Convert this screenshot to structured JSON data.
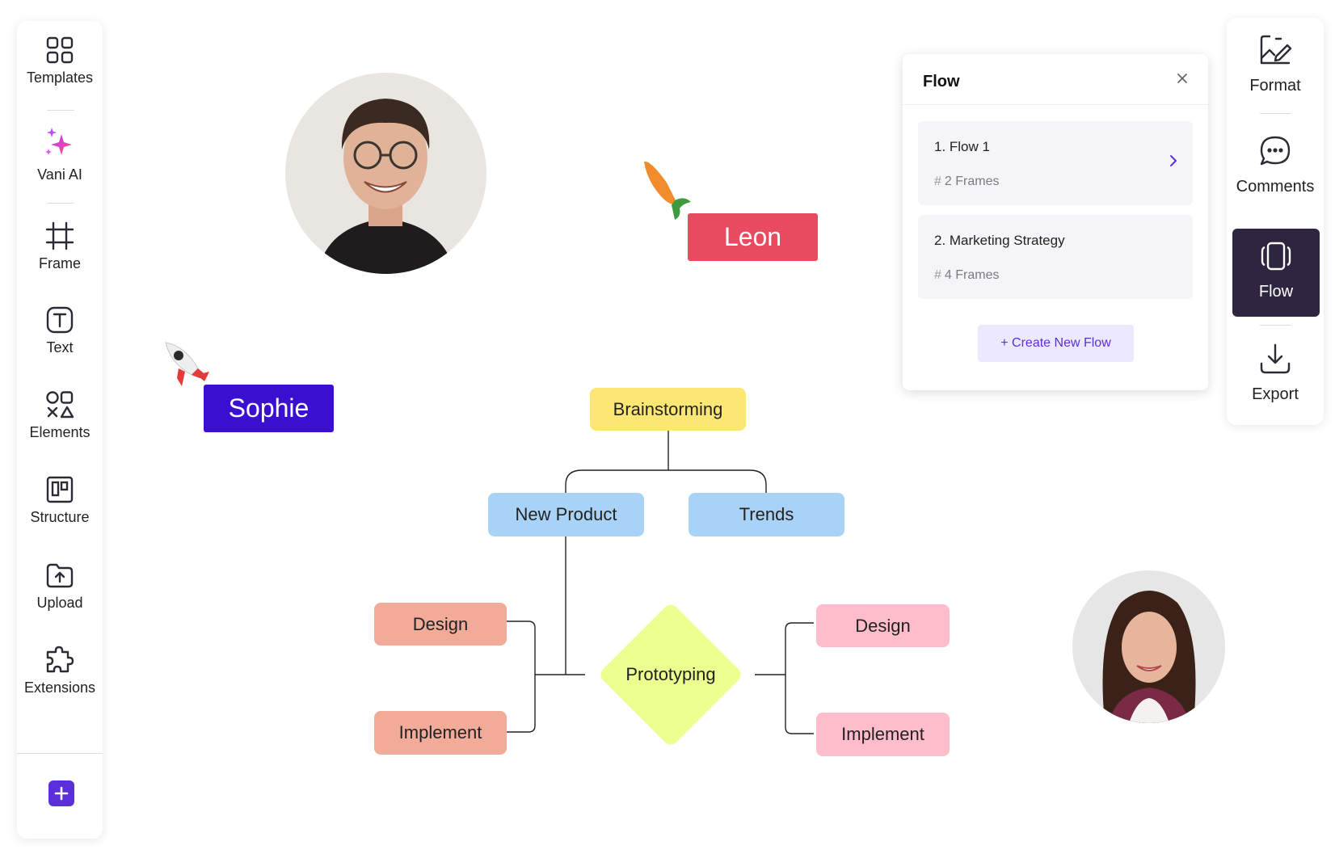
{
  "left_toolbar": {
    "items": [
      {
        "label": "Templates",
        "icon": "templates-icon"
      },
      {
        "label": "Vani AI",
        "icon": "sparkle-icon"
      },
      {
        "label": "Frame",
        "icon": "frame-icon"
      },
      {
        "label": "Text",
        "icon": "text-icon"
      },
      {
        "label": "Elements",
        "icon": "elements-icon"
      },
      {
        "label": "Structure",
        "icon": "structure-icon"
      },
      {
        "label": "Upload",
        "icon": "upload-icon"
      },
      {
        "label": "Extensions",
        "icon": "extensions-icon"
      }
    ],
    "add_icon": "plus-icon"
  },
  "right_toolbar": {
    "items": [
      {
        "label": "Format",
        "icon": "format-icon"
      },
      {
        "label": "Comments",
        "icon": "comments-icon"
      },
      {
        "label": "Flow",
        "icon": "flow-icon",
        "active": true
      },
      {
        "label": "Export",
        "icon": "export-icon"
      }
    ]
  },
  "flow_panel": {
    "title": "Flow",
    "flows": [
      {
        "name": "1.  Flow 1",
        "frames": "2 Frames"
      },
      {
        "name": "2.  Marketing Strategy",
        "frames": "4 Frames"
      }
    ],
    "create_label": "+ Create New Flow"
  },
  "canvas": {
    "cursors": [
      {
        "name": "Leon",
        "color": "#e84a5f",
        "emoji": "carrot"
      },
      {
        "name": "Sophie",
        "color": "#3a0fd0",
        "emoji": "rocket"
      }
    ],
    "mindmap": {
      "root": "Brainstorming",
      "branches": [
        "New Product",
        "Trends"
      ],
      "center": "Prototyping",
      "left_nodes": [
        "Design",
        "Implement"
      ],
      "right_nodes": [
        "Design",
        "Implement"
      ]
    }
  },
  "colors": {
    "accent": "#5b2fd9",
    "active_tab": "#2f2540",
    "root_node": "#fde774",
    "branch_node": "#a8d3f7",
    "center_node": "#edff8f",
    "left_node": "#f2aa99",
    "right_node": "#ffbccb"
  }
}
